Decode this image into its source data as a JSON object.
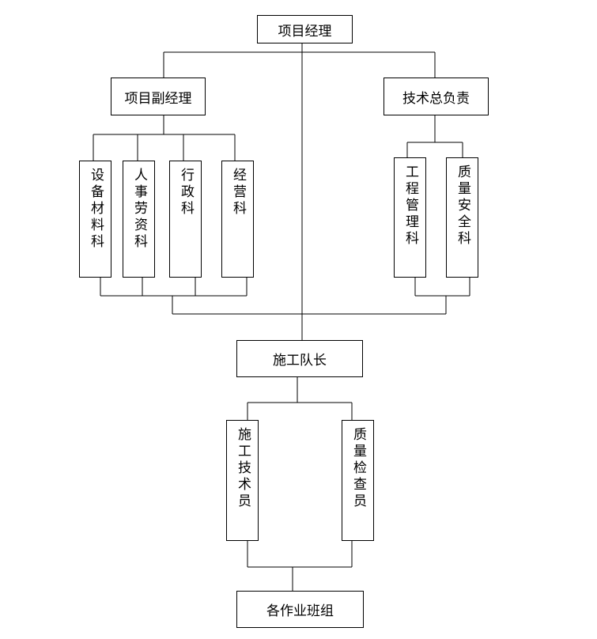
{
  "nodes": {
    "project_manager": "项目经理",
    "deputy_manager": "项目副经理",
    "chief_engineer": "技术总负责",
    "equipment_dept": "设备材料科",
    "hr_dept": "人事劳资科",
    "admin_dept": "行政科",
    "business_dept": "经营科",
    "engineering_dept": "工程管理科",
    "quality_safety_dept": "质量安全科",
    "construction_captain": "施工队长",
    "construction_technician": "施工技术员",
    "quality_inspector": "质量检查员",
    "work_teams": "各作业班组"
  },
  "colors": {
    "line": "#000000",
    "box_border": "#000000",
    "background": "#ffffff"
  }
}
